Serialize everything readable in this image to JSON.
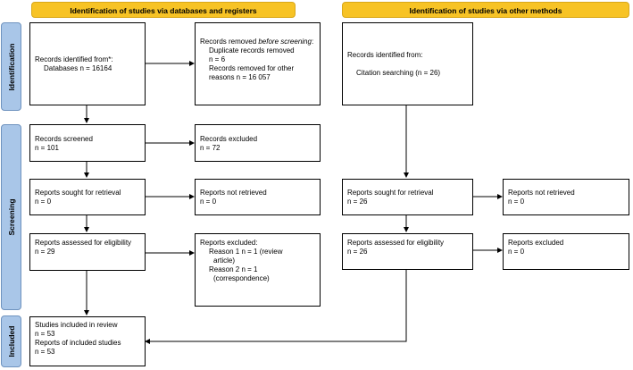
{
  "headers": {
    "left": "Identification of studies via databases and registers",
    "right": "Identification of studies via other methods"
  },
  "phases": {
    "identification": "Identification",
    "screening": "Screening",
    "included": "Included"
  },
  "boxes": {
    "records_identified": {
      "line1": "Records identified from*:",
      "line2": "Databases n = 16164"
    },
    "records_removed": {
      "title_a": "Records removed ",
      "title_b": "before screening",
      "title_c": ":",
      "line2": "Duplicate records removed",
      "line3": "n = 6",
      "line4": "Records removed for other",
      "line5": "reasons n = 16 057"
    },
    "records_screened": {
      "line1": "Records screened",
      "line2": "n = 101"
    },
    "records_excluded": {
      "line1": "Records excluded",
      "line2": "n = 72"
    },
    "reports_sought_db": {
      "line1": "Reports sought for retrieval",
      "line2": "n = 0"
    },
    "reports_not_retrieved_db": {
      "line1": "Reports not retrieved",
      "line2": "n = 0"
    },
    "reports_assessed_db": {
      "line1": "Reports assessed for eligibility",
      "line2": "n = 29"
    },
    "reports_excluded_db": {
      "line1": "Reports excluded:",
      "line2": "Reason 1 n = 1 (review",
      "line3": "article)",
      "line4": "Reason 2 n = 1",
      "line5": "(correspondence)"
    },
    "studies_included": {
      "line1": "Studies included in review",
      "line2": "n = 53",
      "line3": "Reports of included studies",
      "line4": "n = 53"
    },
    "records_identified_other": {
      "line1": "Records identified from:",
      "line2": "Citation searching (n = 26)"
    },
    "reports_sought_other": {
      "line1": "Reports sought for retrieval",
      "line2": "n = 26"
    },
    "reports_not_retrieved_other": {
      "line1": "Reports not retrieved",
      "line2": "n = 0"
    },
    "reports_assessed_other": {
      "line1": "Reports assessed for eligibility",
      "line2": "n = 26"
    },
    "reports_excluded_other": {
      "line1": "Reports excluded",
      "line2": "n = 0"
    }
  }
}
